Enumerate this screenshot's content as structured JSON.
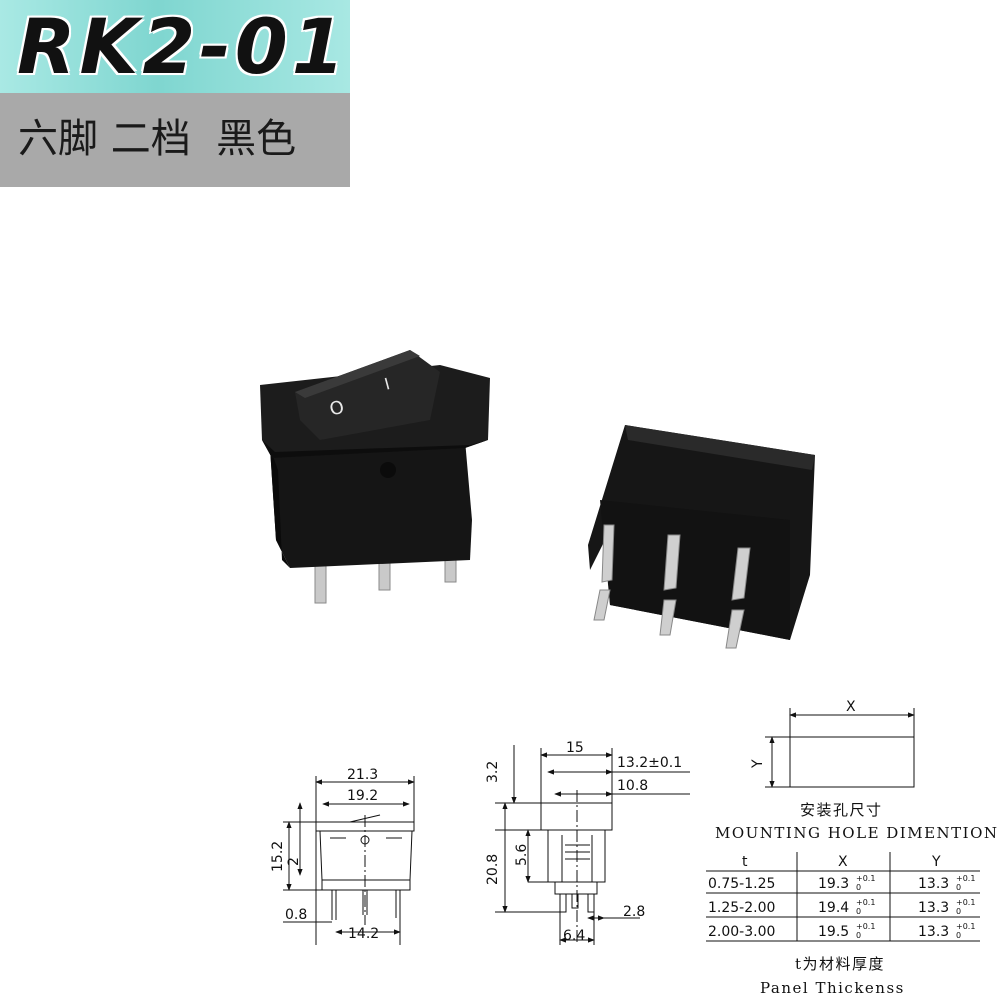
{
  "header": {
    "model": "RK2-01",
    "subtitle": "六脚 二档  黑色"
  },
  "colors": {
    "title_band": "#7fd6d0",
    "sub_band": "#a9a9a9",
    "switch_body": "#111111",
    "terminal": "#c8c8c8"
  },
  "photo": {
    "rocker_off_symbol": "O",
    "rocker_on_symbol": "I"
  },
  "front_view": {
    "dims": {
      "width_outer": "21.3",
      "width_inner": "19.2",
      "height": "15.2",
      "rocker": "2",
      "pin_width": "0.8",
      "pin_span": "14.2"
    }
  },
  "side_view": {
    "dims": {
      "width_top": "15",
      "flange": "3.2",
      "hole": "13.2±0.1",
      "inner": "10.8",
      "total_height": "20.8",
      "body_height": "5.6",
      "pin_pitch": "2.8",
      "pin_span": "6.4"
    }
  },
  "mounting": {
    "x_label": "X",
    "y_label": "Y",
    "title_cn": "安装孔尺寸",
    "title_en": "MOUNTING HOLE DIMENTION",
    "headers": [
      "t",
      "X",
      "Y"
    ],
    "rows": [
      {
        "t": "0.75-1.25",
        "x": "19.3",
        "y": "13.3"
      },
      {
        "t": "1.25-2.00",
        "x": "19.4",
        "y": "13.3"
      },
      {
        "t": "2.00-3.00",
        "x": "19.5",
        "y": "13.3"
      }
    ],
    "tol_upper": "+0.1",
    "tol_lower": "0",
    "note_cn": "t为材料厚度",
    "note_en": "Panel Thickenss"
  }
}
